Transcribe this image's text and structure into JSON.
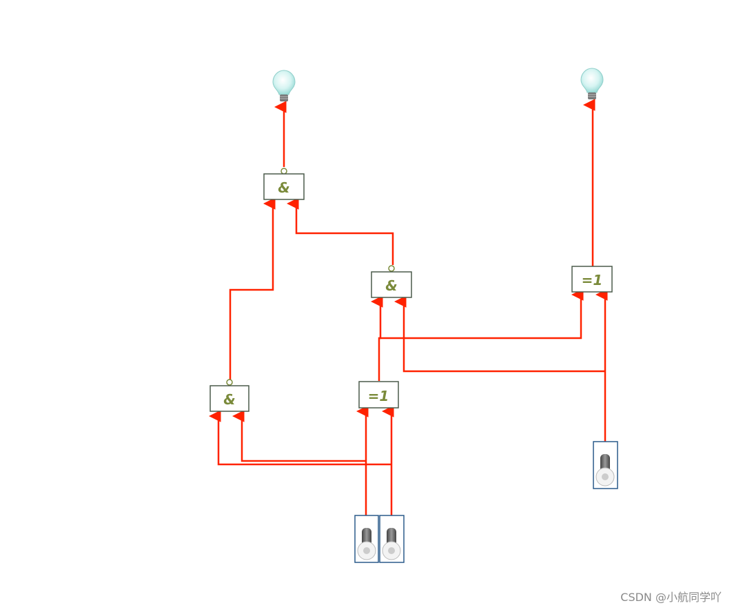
{
  "diagram": {
    "gates": [
      {
        "id": "nand_top",
        "label": "&"
      },
      {
        "id": "nand_mid",
        "label": "&"
      },
      {
        "id": "xor_right",
        "label": "=1"
      },
      {
        "id": "nand_left",
        "label": "&"
      },
      {
        "id": "xor_mid",
        "label": "=1"
      }
    ],
    "outputs": [
      {
        "id": "lamp_left"
      },
      {
        "id": "lamp_right"
      }
    ],
    "inputs": [
      {
        "id": "switch_a"
      },
      {
        "id": "switch_b"
      },
      {
        "id": "switch_c"
      }
    ]
  },
  "colors": {
    "wire": "#ff2200",
    "gate_border": "#4a5a4a",
    "gate_text": "#7a8a3a",
    "switch_border": "#2a5a8a"
  },
  "watermark": "CSDN @小航同学吖"
}
